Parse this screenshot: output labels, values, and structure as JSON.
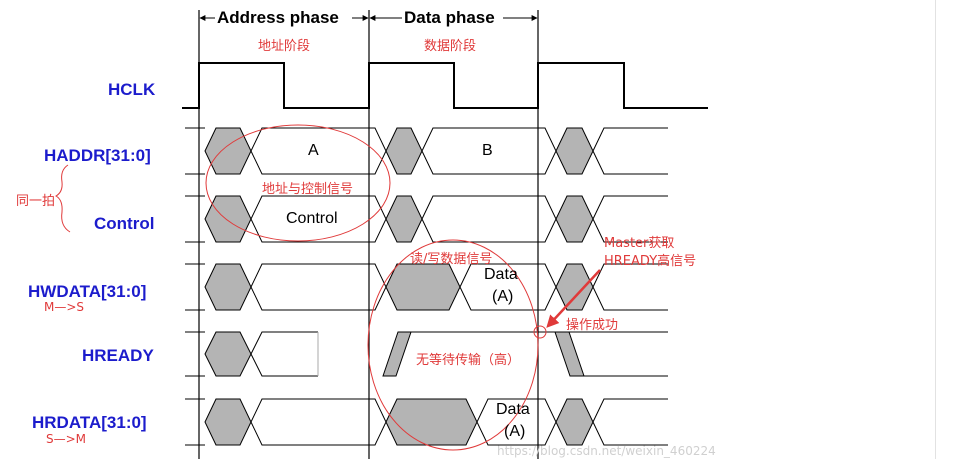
{
  "phases": {
    "address": "Address phase",
    "address_cn": "地址阶段",
    "data": "Data phase",
    "data_cn": "数据阶段"
  },
  "signals": {
    "hclk": "HCLK",
    "haddr": "HADDR[31:0]",
    "control": "Control",
    "hwdata": "HWDATA[31:0]",
    "hwdata_dir": "M—>S",
    "hready": "HREADY",
    "hrdata": "HRDATA[31:0]",
    "hrdata_dir": "S—>M"
  },
  "bus_values": {
    "haddr_a": "A",
    "haddr_b": "B",
    "control": "Control",
    "hwdata_line1": "Data",
    "hwdata_line2": "(A)",
    "hrdata_line1": "Data",
    "hrdata_line2": "(A)"
  },
  "annotations": {
    "same_beat": "同一拍",
    "addr_ctrl": "地址与控制信号",
    "rw_data": "读/写数据信号",
    "no_wait": "无等待传输（高）",
    "master_get_line1": "Master获取",
    "master_get_line2": "HREADY高信号",
    "op_success": "操作成功"
  },
  "watermark": "https://blog.csdn.net/weixin_460224",
  "colors": {
    "signal_label": "#1c1ccc",
    "annotation": "#e03a3a",
    "bus_fill": "#b4b4b4",
    "line": "#000000"
  }
}
